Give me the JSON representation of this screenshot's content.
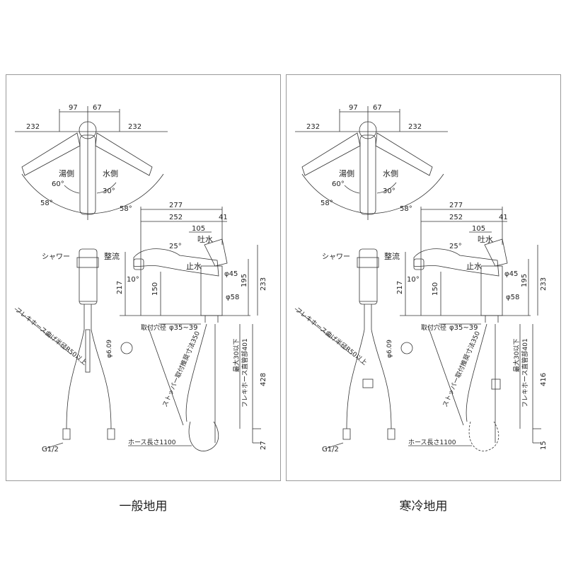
{
  "panels": [
    {
      "caption": "一般地用",
      "dims": {
        "top_97": "97",
        "top_67": "67",
        "swing_left": "232",
        "swing_right": "232",
        "hot_side": "湯側",
        "cold_side": "水側",
        "angle_60": "60°",
        "angle_30": "30°",
        "arc_left": "58°",
        "arc_right": "58°",
        "shower": "シャワー",
        "straight": "整流",
        "hose_bend": "フレキホース曲げ半径R50以上",
        "g_thread": "G1/2",
        "nut_dia": "φ6.09",
        "w_277": "277",
        "w_252": "252",
        "w_41": "41",
        "w_105": "105",
        "spout_angle": "25°",
        "spout_water": "吐水",
        "stop_water": "止水",
        "tilt_angle": "10°",
        "h_217": "217",
        "h_150": "150",
        "h_195": "195",
        "h_233": "233",
        "dia_45": "φ45",
        "dia_58": "φ58",
        "mount_hole": "取付穴径",
        "mount_hole_range": "φ35~39",
        "max_thickness": "最大30以下",
        "hose_straight": "フレキホース直管部401",
        "h_long": "428",
        "stopper": "ストッパー取付推奨寸法350",
        "hose_length": "ホース長さ1100",
        "h_bottom": "27"
      }
    },
    {
      "caption": "寒冷地用",
      "dims": {
        "top_97": "97",
        "top_67": "67",
        "swing_left": "232",
        "swing_right": "232",
        "hot_side": "湯側",
        "cold_side": "水側",
        "angle_60": "60°",
        "angle_30": "30°",
        "arc_left": "58°",
        "arc_right": "58°",
        "shower": "シャワー",
        "straight": "整流",
        "hose_bend": "フレキホース曲げ半径R50以上",
        "g_thread": "G1/2",
        "nut_dia": "φ6.09",
        "w_277": "277",
        "w_252": "252",
        "w_41": "41",
        "w_105": "105",
        "spout_angle": "25°",
        "spout_water": "吐水",
        "stop_water": "止水",
        "tilt_angle": "10°",
        "h_217": "217",
        "h_150": "150",
        "h_195": "195",
        "h_233": "233",
        "dia_45": "φ45",
        "dia_58": "φ58",
        "mount_hole": "取付穴径",
        "mount_hole_range": "φ35~39",
        "max_thickness": "最大30以下",
        "hose_straight": "フレキホース直管部401",
        "h_long": "416",
        "stopper": "ストッパー取付推奨寸法350",
        "hose_length": "ホース長さ1100",
        "h_bottom": "15"
      }
    }
  ]
}
